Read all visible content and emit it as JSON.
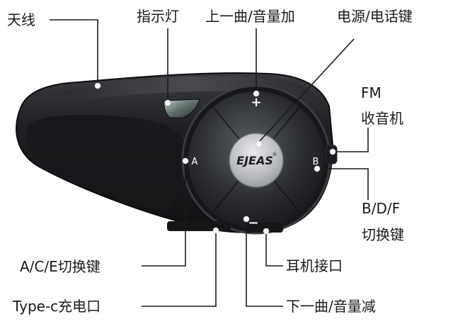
{
  "diagram": {
    "labels": {
      "antenna": "天线",
      "indicator": "指示灯",
      "volume_up": "上一曲/音量加",
      "power_phone": "电源/电话键",
      "fm_line1": "FM",
      "fm_line2": "收音机",
      "bdf_line1": "B/D/F",
      "bdf_line2": "切换键",
      "earphone_port": "耳机接口",
      "ace_switch": "A/C/E切换键",
      "typec_port": "Type-c充电口",
      "volume_down": "下一曲/音量减"
    },
    "device": {
      "brand_logo": "EJEAS",
      "trademark": "®",
      "button_a": "A",
      "button_b": "B",
      "button_plus": "+",
      "button_minus": "−"
    },
    "watermark": "|·"
  },
  "colors": {
    "body_dark": "#1b1c1f",
    "rim": "#303236",
    "dial_face": "#2a2c30",
    "dial_highlight": "#6a6d72",
    "leader_line": "#1a1a1a",
    "label_text": "#1a1a1a",
    "callout_dot": "#ffffff"
  }
}
